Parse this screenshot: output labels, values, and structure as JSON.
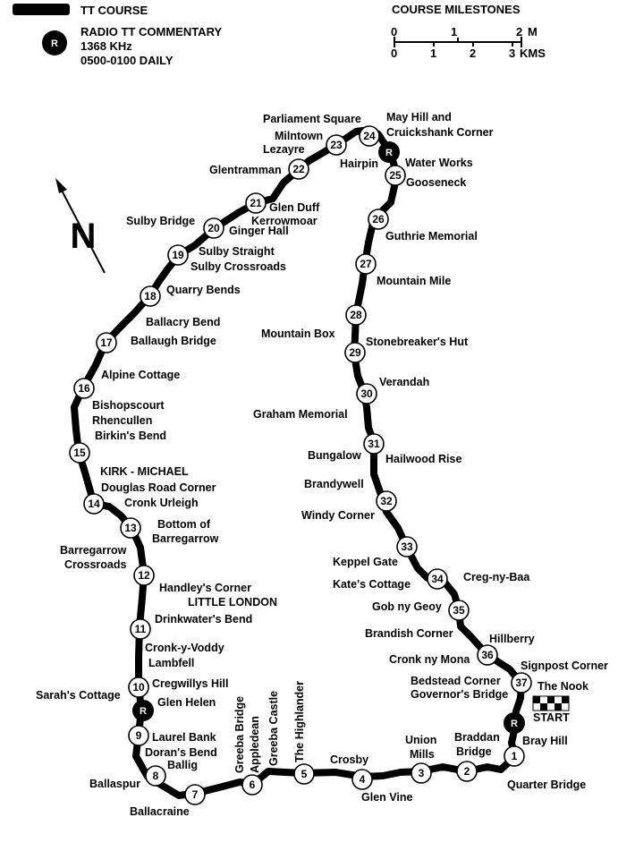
{
  "legend": {
    "course_label": "TT COURSE",
    "radio_badge": "R",
    "radio_lines": [
      "RADIO TT COMMENTARY",
      "1368 KHz",
      "0500-0100 DAILY"
    ]
  },
  "scale": {
    "title": "COURSE MILESTONES",
    "miles_ticks": [
      "0",
      "1",
      "2"
    ],
    "miles_unit": "M",
    "km_ticks": [
      "0",
      "1",
      "2",
      "3"
    ],
    "km_unit": "KMS"
  },
  "north": {
    "letter": "N"
  },
  "milestones": [
    "1",
    "2",
    "3",
    "4",
    "5",
    "6",
    "7",
    "8",
    "9",
    "10",
    "11",
    "12",
    "13",
    "14",
    "15",
    "16",
    "17",
    "18",
    "19",
    "20",
    "21",
    "22",
    "23",
    "24",
    "25",
    "26",
    "27",
    "28",
    "29",
    "30",
    "31",
    "32",
    "33",
    "34",
    "35",
    "36",
    "37"
  ],
  "radio_markers": [
    "R",
    "R",
    "R"
  ],
  "start": {
    "label": "START"
  },
  "places": [
    "Parliament Square",
    "May Hill and",
    "Cruickshank Corner",
    "Milntown",
    "Lezayre",
    "Hairpin",
    "Water Works",
    "Gooseneck",
    "Glentramman",
    "Glen Duff",
    "Kerrowmoar",
    "Sulby Bridge",
    "Ginger Hall",
    "Guthrie Memorial",
    "Sulby Straight",
    "Sulby Crossroads",
    "Mountain Mile",
    "Quarry Bends",
    "Ballacry Bend",
    "Mountain Box",
    "Stonebreaker's Hut",
    "Ballaugh Bridge",
    "Alpine Cottage",
    "Verandah",
    "Bishopscourt",
    "Rhencullen",
    "Graham Memorial",
    "Birkin's Bend",
    "Bungalow",
    "Hailwood Rise",
    "KIRK - MICHAEL",
    "Douglas Road Corner",
    "Brandywell",
    "Cronk Urleigh",
    "Windy Corner",
    "Bottom of",
    "Barregarrow",
    "Barregarrow",
    "Crossroads",
    "Keppel Gate",
    "Creg-ny-Baa",
    "Kate's Cottage",
    "Handley's Corner",
    "LITTLE LONDON",
    "Gob ny Geoy",
    "Drinkwater's Bend",
    "Brandish Corner",
    "Hillberry",
    "Cronk-y-Voddy",
    "Lambfell",
    "Cronk ny Mona",
    "Signpost Corner",
    "Cregwillys Hill",
    "Bedstead Corner",
    "Sarah's Cottage",
    "Glen Helen",
    "Governor's Bridge",
    "The Nook",
    "Laurel Bank",
    "Doran's Bend",
    "Ballig",
    "Union",
    "Mills",
    "Braddan",
    "Bridge",
    "Bray Hill",
    "Crosby",
    "Ballaspur",
    "Glen Vine",
    "Quarter Bridge",
    "Ballacraine",
    "Greeba Bridge",
    "Appledean",
    "Greeba Castle",
    "The Highlander"
  ]
}
